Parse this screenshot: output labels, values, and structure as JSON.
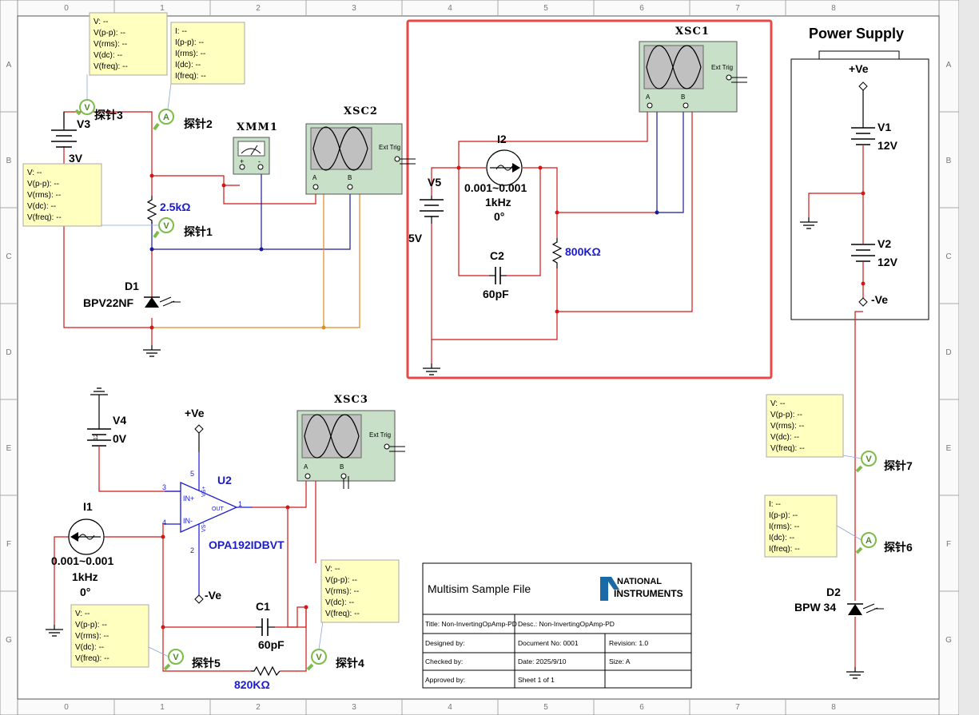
{
  "ruler": {
    "columns": [
      "0",
      "1",
      "2",
      "3",
      "4",
      "5",
      "6",
      "7",
      "8"
    ],
    "rows": [
      "A",
      "B",
      "C",
      "D",
      "E",
      "F",
      "G"
    ]
  },
  "power_supply": {
    "title": "Power Supply",
    "pos_label": "+Ve",
    "neg_label": "-Ve",
    "v1_name": "V1",
    "v1_value": "12V",
    "v2_name": "V2",
    "v2_value": "12V"
  },
  "components": {
    "v3_name": "V3",
    "v3_value": "3V",
    "resistor1": "2.5kΩ",
    "d1_name": "D1",
    "d1_model": "BPV22NF",
    "xmm1": "XMM1",
    "xsc1": "XSC1",
    "xsc2": "XSC2",
    "xsc3": "XSC3",
    "ext_trig": "Ext Trig",
    "ch_a": "A",
    "ch_b": "B",
    "i2_name": "I2",
    "i2_value": "0.001~0.001",
    "i2_freq": "1kHz",
    "i2_phase": "0°",
    "v5_name": "V5",
    "v5_value": "5V",
    "c2_name": "C2",
    "c2_value": "60pF",
    "resistor2": "800KΩ",
    "v4_name": "V4",
    "v4_value": "0V",
    "v4_inner": "12",
    "u2_name": "U2",
    "u2_model": "OPA192IDBVT",
    "u2_pos": "+Ve",
    "u2_neg": "-Ve",
    "u2_in_p": "IN+",
    "u2_in_n": "IN-",
    "u2_out": "OUT",
    "u2_vs_p": "VS+",
    "u2_vs_n": "VS-",
    "pin3": "3",
    "pin4": "4",
    "pin5": "5",
    "pin2": "2",
    "pin1": "1",
    "i1_name": "I1",
    "i1_value": "0.001~0.001",
    "i1_freq": "1kHz",
    "i1_phase": "0°",
    "c1_name": "C1",
    "c1_value": "60pF",
    "resistor3": "820KΩ",
    "d2_name": "D2",
    "d2_model": "BPW 34"
  },
  "probes": {
    "p1": "探针1",
    "p2": "探针2",
    "p3": "探针3",
    "p4": "探针4",
    "p5": "探针5",
    "p6": "探针6",
    "p7": "探针7",
    "v_glyph": "V",
    "a_glyph": "A",
    "voltage_lines": [
      "V: --",
      "V(p-p): --",
      "V(rms): --",
      "V(dc): --",
      "V(freq): --"
    ],
    "current_lines": [
      "I: --",
      "I(p-p): --",
      "I(rms): --",
      "I(dc): --",
      "I(freq): --"
    ]
  },
  "title_block": {
    "heading": "Multisim Sample File",
    "logo_line1": "NATIONAL",
    "logo_line2": "INSTRUMENTS",
    "title": "Title:   Non-InvertingOpAmp-PD",
    "desc": "Desc.: Non-InvertingOpAmp-PD",
    "designed_by": "Designed by:",
    "doc_no": "Document No: 0001",
    "revision": "Revision: 1.0",
    "checked_by": "Checked by:",
    "date": "Date:  2025/9/10",
    "size": "Size:       A",
    "approved_by": "Approved by:",
    "sheet": "Sheet    1     of     1"
  },
  "colors": {
    "wire_red": "#d01818",
    "wire_blue": "#1a1a9a",
    "wire_orange": "#e08a20",
    "instrument_green": "#c8e0c8",
    "probe_yellow": "#ffffc0",
    "highlight": "#e84848"
  }
}
